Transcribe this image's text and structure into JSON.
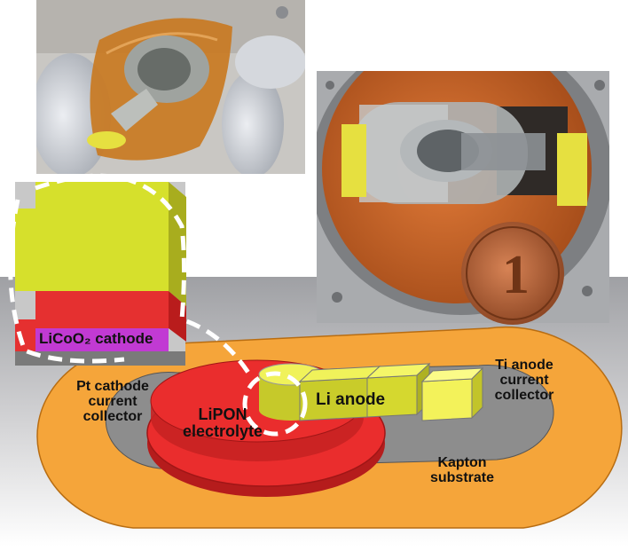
{
  "labels": {
    "licoo2_cathode": "LiCoO₂ cathode",
    "pt_cathode_current_collector": "Pt cathode current collector",
    "lipon_electrolyte": "LiPON electrolyte",
    "li_anode": "Li anode",
    "ti_anode_current_collector": "Ti anode current collector",
    "kapton_substrate": "Kapton substrate"
  },
  "colors": {
    "kapton_orange": "#f5a53a",
    "platinum_gray": "#8d8d8d",
    "lipon_red": "#ea2d2d",
    "lithium_yellow": "#e8ea3a",
    "licoo2_yellow_green": "#d6e02c",
    "licoo2_magenta": "#c13ad3",
    "background_gradient_top": "#9e9fa3",
    "background_gradient_bottom": "#ffffff"
  },
  "photos": [
    {
      "name": "flexible-cell-held-photo"
    },
    {
      "name": "cell-on-copper-stage-photo"
    }
  ],
  "icons": [
    "one-cent-coin-icon"
  ]
}
